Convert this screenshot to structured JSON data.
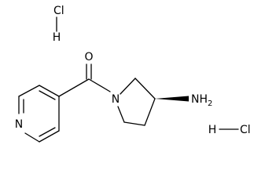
{
  "molecule": {
    "atoms": {
      "hcl1_cl": "Cl",
      "hcl1_h": "H",
      "carbonyl_o": "O",
      "pyridine_n": "N",
      "pyrrolidine_n": "N",
      "amine": "NH",
      "amine_sub": "2",
      "hcl2_h": "H",
      "hcl2_cl": "Cl"
    },
    "colors": {
      "ink": "#000000",
      "background": "#ffffff"
    }
  }
}
